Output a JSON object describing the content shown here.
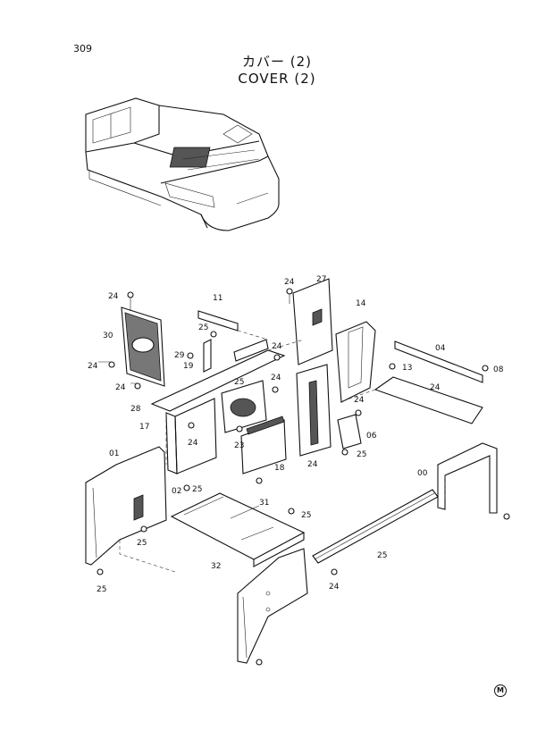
{
  "page": {
    "number": "309",
    "title_jp": "カバー (2)",
    "title_en": "COVER (2)",
    "mark": "M"
  },
  "callouts": [
    "24",
    "30",
    "24",
    "24",
    "28",
    "17",
    "01",
    "25",
    "25",
    "11",
    "25",
    "29",
    "19",
    "25",
    "24",
    "24",
    "24",
    "23",
    "18",
    "02",
    "25",
    "31",
    "32",
    "24",
    "27",
    "14",
    "24",
    "24",
    "06",
    "25",
    "13",
    "04",
    "08",
    "24",
    "00",
    "25",
    "25",
    "24"
  ]
}
